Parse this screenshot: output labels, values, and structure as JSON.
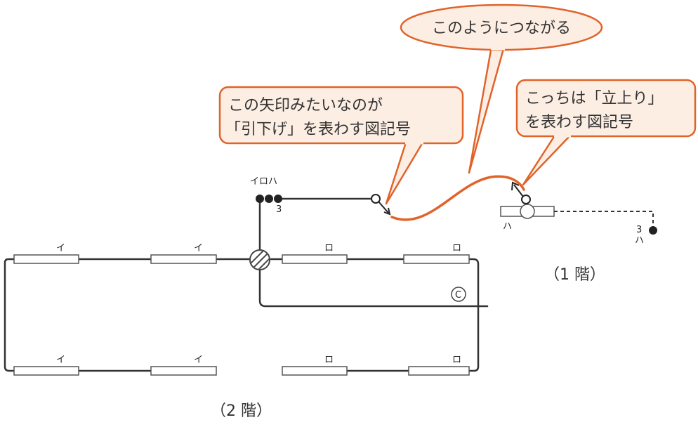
{
  "callouts": {
    "top": "このようにつながる",
    "left_line1": "この矢印みたいなのが",
    "left_line2": "「引下げ」を表わす図記号",
    "right_line1": "こっちは「立上り」",
    "right_line2": "を表わす図記号"
  },
  "labels": {
    "i": "イ",
    "ro": "ロ",
    "ha": "ハ",
    "iroha": "イロハ",
    "three": "3",
    "c": "C",
    "floor2": "（2 階）",
    "floor1": "（1 階）"
  },
  "colors": {
    "accent": "#e0632a",
    "callout_fill": "#fdeee4",
    "wire": "#333333"
  }
}
